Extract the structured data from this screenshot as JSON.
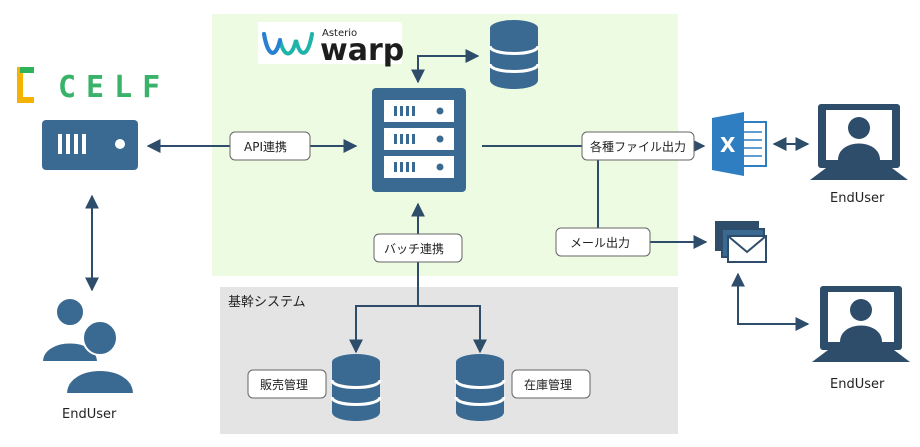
{
  "logos": {
    "celf": "CELF",
    "warp": "warp",
    "asterio": "Asterio"
  },
  "zones": {
    "core_system": "基幹システム"
  },
  "labels": {
    "api_link": "API連携",
    "batch_link": "バッチ連携",
    "file_output": "各種ファイル出力",
    "mail_output": "メール出力",
    "sales_mgmt": "販売管理",
    "inventory_mgmt": "在庫管理"
  },
  "users": {
    "left": "EndUser",
    "right_top": "EndUser",
    "right_bottom": "EndUser"
  },
  "icons": {
    "excel_letter": "X"
  },
  "colors": {
    "dark_blue": "#2e4d6b",
    "icon_blue": "#3a6a92",
    "warp_zone": "#eefbe3",
    "core_zone": "#e4e4e4",
    "excel_green": "#2f7ec1"
  }
}
